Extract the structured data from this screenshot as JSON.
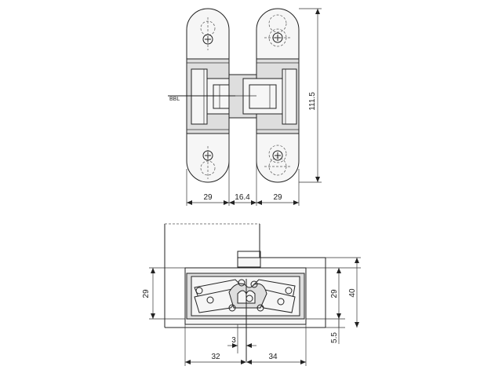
{
  "top_view": {
    "label_bbl": "BBL",
    "dim_left_width": "29",
    "dim_gap": "16.4",
    "dim_right_width": "29",
    "dim_height": "111.5"
  },
  "bottom_view": {
    "dim_left_height": "29",
    "dim_right_inner": "29",
    "dim_right_outer": "40",
    "dim_right_offset": "5.5",
    "dim_offset": "3",
    "dim_left_width": "32",
    "dim_right_width": "34"
  }
}
